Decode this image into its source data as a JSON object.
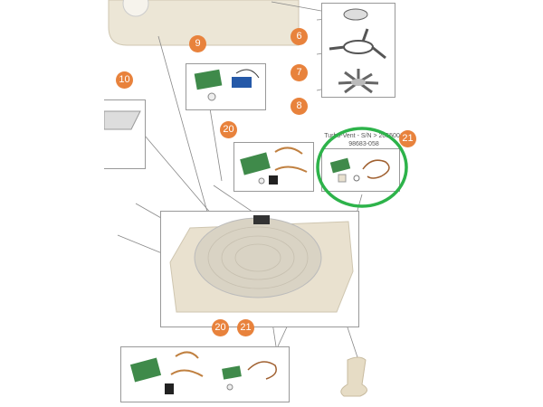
{
  "badges": {
    "b6": "6",
    "b7": "7",
    "b8": "8",
    "b9": "9",
    "b10": "10",
    "b20_top": "20",
    "b21_top": "21",
    "b20_bottom": "20",
    "b21_bottom": "21"
  },
  "kit21": {
    "caption_line1": "Turbo-Vent - S/N > 2055001",
    "caption_line2": "98683-058"
  },
  "colors": {
    "badge": "#e8823c",
    "highlight": "#2db34a",
    "part_cream": "#e9e1cf"
  }
}
